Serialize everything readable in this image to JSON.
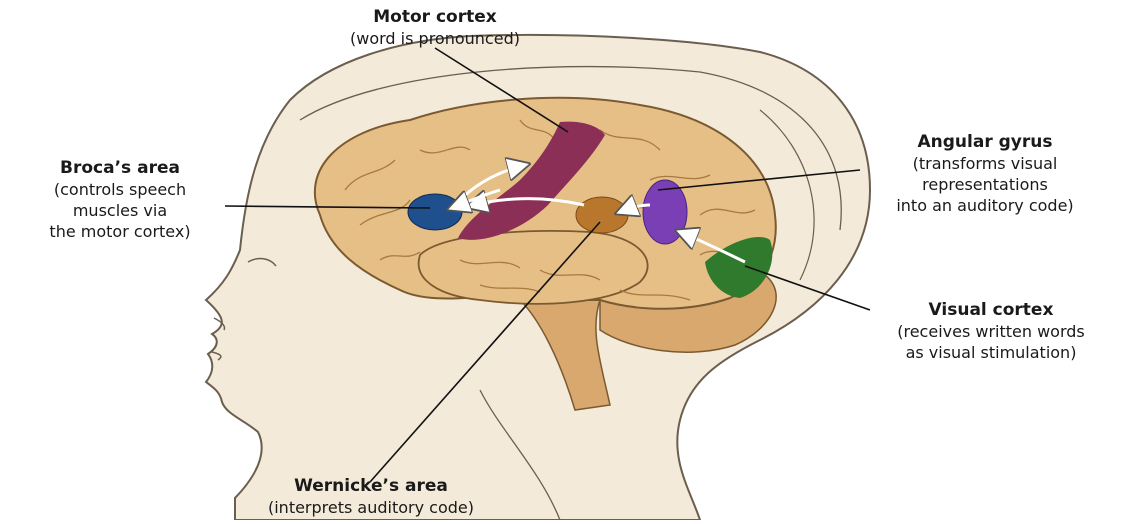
{
  "labels": {
    "motor_cortex": {
      "title": "Motor cortex",
      "desc": [
        "(word is pronounced)"
      ]
    },
    "angular_gyrus": {
      "title": "Angular gyrus",
      "desc": [
        "(transforms visual",
        "representations",
        "into an auditory code)"
      ]
    },
    "brocas_area": {
      "title": "Broca’s area",
      "desc": [
        "(controls speech",
        "muscles via",
        "the motor cortex)"
      ]
    },
    "visual_cortex": {
      "title": "Visual cortex",
      "desc": [
        "(receives written words",
        "as visual stimulation)"
      ]
    },
    "wernickes_area": {
      "title": "Wernicke’s area",
      "desc": [
        "(interprets auditory code)"
      ]
    }
  },
  "colors": {
    "skin": "#f3ead9",
    "skin_outline": "#6b5e4e",
    "brain": "#e6bf86",
    "brain_fold": "#a87a3e",
    "cerebellum": "#d8a86e",
    "motor_cortex": "#8c2f57",
    "brocas_area": "#1f4f8c",
    "angular_gyrus": "#7a3fb5",
    "visual_cortex": "#2f7a2c",
    "wernickes_area": "#b9772d",
    "arrow": "#ffffff",
    "leader_line": "#111111"
  }
}
